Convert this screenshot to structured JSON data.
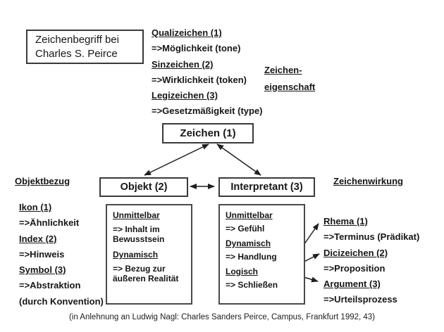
{
  "title_box": {
    "line1": "Zeichenbegriff bei",
    "line2": "Charles S. Peirce"
  },
  "headings": {
    "zeichen_eigenschaft_line1": "Zeichen-",
    "zeichen_eigenschaft_line2": "eigenschaft",
    "objektbezug": "Objektbezug",
    "zeichenwirkung": "Zeichenwirkung"
  },
  "nodes": {
    "zeichen": "Zeichen (1)",
    "objekt": "Objekt (2)",
    "interpretant": "Interpretant (3)"
  },
  "zeichen_eigenschaft_list": [
    {
      "term": "Qualizeichen (1)",
      "desc": "=>Möglichkeit (tone)"
    },
    {
      "term": "Sinzeichen (2)",
      "desc": "=>Wirklichkeit (token)"
    },
    {
      "term": "Legizeichen (3)",
      "desc": "=>Gesetzmäßigkeit (type)"
    }
  ],
  "objektbezug_list": [
    {
      "term": "Ikon (1)",
      "desc": "=>Ähnlichkeit"
    },
    {
      "term": "Index (2)",
      "desc": "=>Hinweis"
    },
    {
      "term": "Symbol (3)",
      "desc": "=>Abstraktion",
      "desc2": "(durch Konvention)"
    }
  ],
  "objekt_detail": [
    {
      "term": "Unmittelbar",
      "desc": "=> Inhalt im Bewusstsein"
    },
    {
      "term": "Dynamisch",
      "desc": "=> Bezug zur äußeren Realität"
    }
  ],
  "interpretant_detail": [
    {
      "term": "Unmittelbar",
      "desc": "=> Gefühl"
    },
    {
      "term": "Dynamisch",
      "desc": "=> Handlung"
    },
    {
      "term": "Logisch",
      "desc": "=> Schließen"
    }
  ],
  "zeichenwirkung_list": [
    {
      "term": "Rhema (1)",
      "desc": "=>Terminus (Prädikat)"
    },
    {
      "term": "Dicizeichen (2)",
      "desc": "=>Proposition"
    },
    {
      "term": "Argument (3)",
      "desc": "=>Urteilsprozess"
    }
  ],
  "caption": "(in Anlehnung an Ludwig Nagl: Charles Sanders Peirce, Campus, Frankfurt 1992, 43)",
  "colors": {
    "background": "#ffffff",
    "text": "#161616",
    "border": "#3a3a3a",
    "arrow": "#1f1f1f"
  }
}
